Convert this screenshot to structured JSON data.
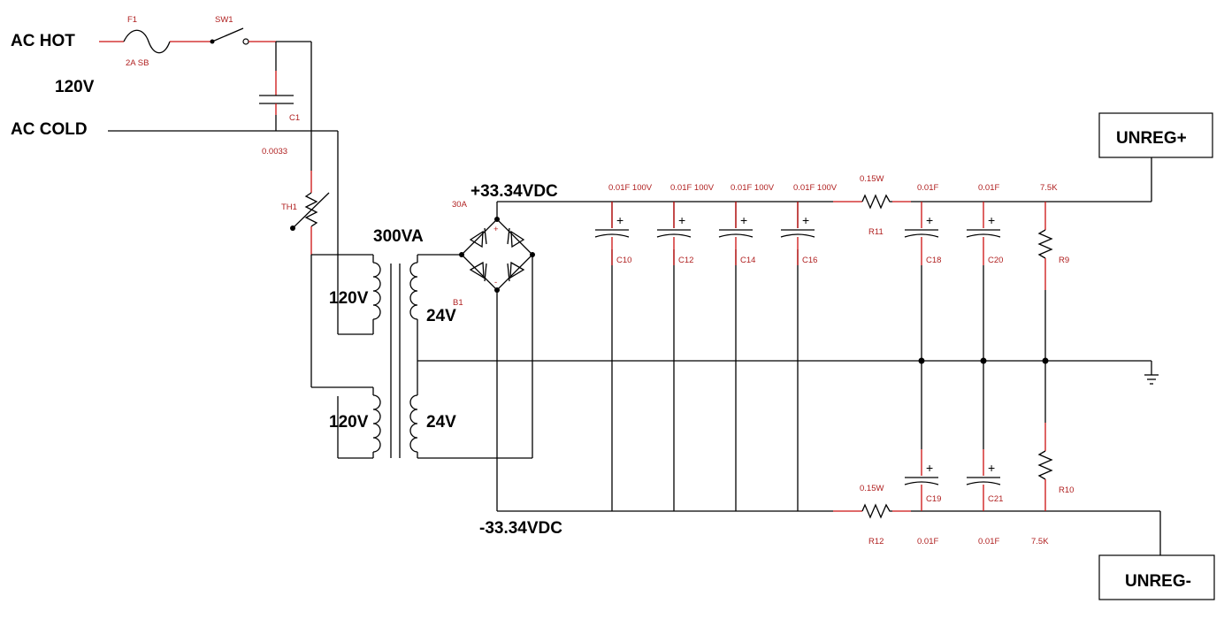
{
  "labels": {
    "ac_hot": "AC HOT",
    "ac_cold": "AC COLD",
    "line_voltage": "120V",
    "transformer_rating": "300VA",
    "primary_top": "120V",
    "primary_bottom": "120V",
    "secondary_top": "24V",
    "secondary_bottom": "24V",
    "positive_rail": "+33.34VDC",
    "negative_rail": "-33.34VDC",
    "unreg_plus": "UNREG+",
    "unreg_minus": "UNREG-"
  },
  "components": {
    "fuse": {
      "ref": "F1",
      "value": "2A SB"
    },
    "switch": {
      "ref": "SW1"
    },
    "cap_c1": {
      "ref": "C1",
      "value": "0.0033"
    },
    "thermistor": {
      "ref": "TH1"
    },
    "bridge": {
      "ref": "B1",
      "value": "30A",
      "plus": "+",
      "minus": "-"
    },
    "pos_caps": [
      {
        "ref": "C10",
        "value": "0.01F 100V"
      },
      {
        "ref": "C12",
        "value": "0.01F 100V"
      },
      {
        "ref": "C14",
        "value": "0.01F 100V"
      },
      {
        "ref": "C16",
        "value": "0.01F 100V"
      }
    ],
    "r11": {
      "ref": "R11",
      "value": "0.15W"
    },
    "r12": {
      "ref": "R12",
      "value": "0.15W"
    },
    "c18": {
      "ref": "C18",
      "value": "0.01F"
    },
    "c20": {
      "ref": "C20",
      "value": "0.01F"
    },
    "c19": {
      "ref": "C19",
      "value": "0.01F"
    },
    "c21": {
      "ref": "C21",
      "value": "0.01F"
    },
    "r9": {
      "ref": "R9",
      "value": "7.5K"
    },
    "r10": {
      "ref": "R10",
      "value": "7.5K"
    },
    "cap_plus_sign": "+"
  }
}
